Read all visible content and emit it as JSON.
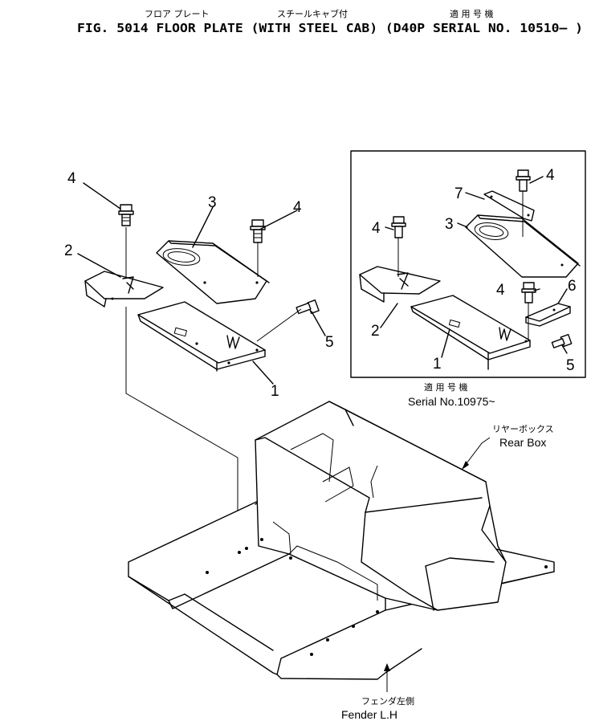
{
  "header": {
    "jp_title_part1": "フロア プレート",
    "jp_title_part2": "スチールキャブ付",
    "jp_title_part3": "適 用 号 機",
    "title": "FIG. 5014  FLOOR PLATE (WITH STEEL CAB) (D40P SERIAL NO. 10510— )"
  },
  "main_view": {
    "callouts": [
      "4",
      "3",
      "4",
      "2",
      "5",
      "1"
    ]
  },
  "inset": {
    "callouts": [
      "4",
      "7",
      "3",
      "4",
      "4",
      "6",
      "2",
      "1",
      "5"
    ],
    "jp_caption": "適 用 号 機",
    "caption": "Serial  No.10975~"
  },
  "labels": {
    "rear_box_jp": "リヤーボックス",
    "rear_box": "Rear Box",
    "fender_jp": "フェンダ左側",
    "fender": "Fender  L.H"
  }
}
